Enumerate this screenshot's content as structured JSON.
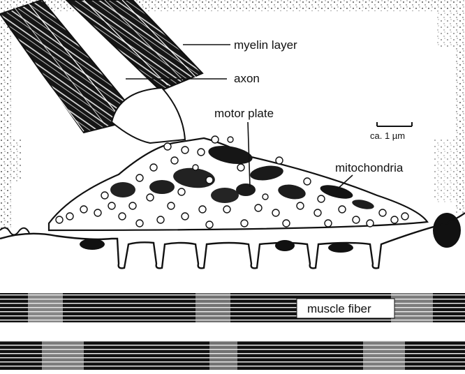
{
  "labels": {
    "myelin_layer": "myelin layer",
    "axon": "axon",
    "motor_plate": "motor plate",
    "mitochondria": "mitochondria",
    "muscle_fiber": "muscle fiber"
  },
  "scale_bar": {
    "label": "ca. 1 µm"
  }
}
